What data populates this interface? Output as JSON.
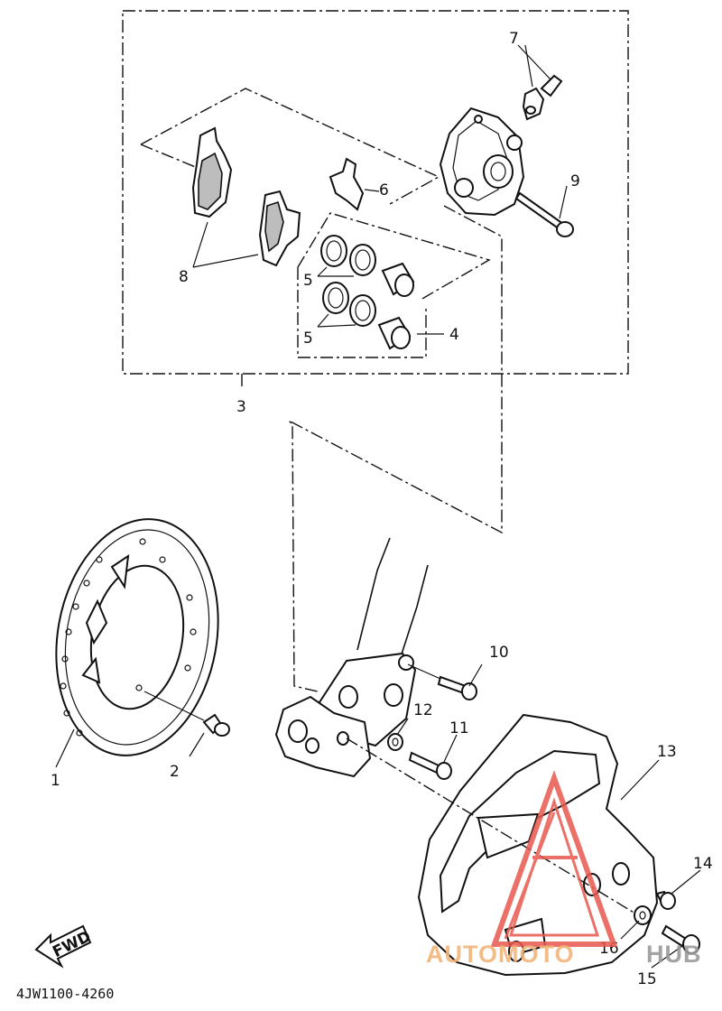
{
  "diagram": {
    "callouts": [
      {
        "id": "1",
        "text": "1"
      },
      {
        "id": "2",
        "text": "2"
      },
      {
        "id": "3",
        "text": "3"
      },
      {
        "id": "4",
        "text": "4"
      },
      {
        "id": "5a",
        "text": "5"
      },
      {
        "id": "5b",
        "text": "5"
      },
      {
        "id": "6",
        "text": "6"
      },
      {
        "id": "7",
        "text": "7"
      },
      {
        "id": "8",
        "text": "8"
      },
      {
        "id": "9",
        "text": "9"
      },
      {
        "id": "10",
        "text": "10"
      },
      {
        "id": "11",
        "text": "11"
      },
      {
        "id": "12",
        "text": "12"
      },
      {
        "id": "13",
        "text": "13"
      },
      {
        "id": "14",
        "text": "14"
      },
      {
        "id": "15",
        "text": "15"
      },
      {
        "id": "16",
        "text": "16"
      }
    ],
    "fwd_label": "FWD",
    "drawing_code": "4JW1100-4260",
    "watermark": {
      "text": "AUTOMOTOHUB",
      "accent_color": "#e8584d",
      "text_color": "#f2b47a",
      "hub_color": "#9a9a9a"
    }
  }
}
